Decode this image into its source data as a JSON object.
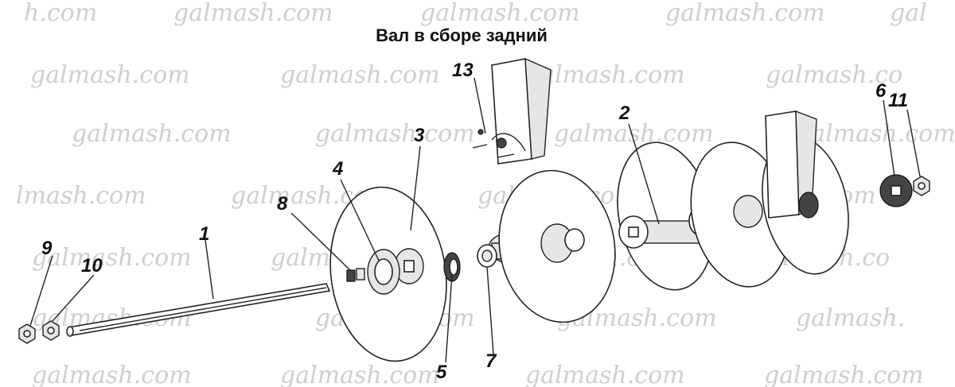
{
  "title": "Вал в сборе задний",
  "watermark": "galmash.com",
  "watermark_rows": [
    [
      "h.com",
      "galmash.com",
      "galmash.com",
      "galmash.com",
      "gal"
    ],
    [
      "galmash.com",
      "galmash.com",
      "galmash.com",
      "galmash.co"
    ],
    [
      "galmash.com",
      "galmash.com",
      "galmash.com",
      "galmash.com"
    ],
    [
      "lmash.com",
      "galmash.com",
      "galmash.com",
      "galmash.com"
    ],
    [
      "galmash.com",
      "galmash.com",
      "galmash.com",
      "galmash.co"
    ],
    [
      "galmash.com",
      "galmash.com",
      "galmash.com",
      "galmash."
    ],
    [
      "galmash.com",
      "galmash.com",
      "galmash.com",
      "galmash.com"
    ]
  ],
  "part_labels": {
    "p1": "1",
    "p2": "2",
    "p3": "3",
    "p4": "4",
    "p5": "5",
    "p6": "6",
    "p7": "7",
    "p8": "8",
    "p9": "9",
    "p10": "10",
    "p11": "11",
    "p13": "13"
  },
  "colors": {
    "watermark": "#cfcfcf",
    "ink": "#222222",
    "background": "#ffffff"
  }
}
